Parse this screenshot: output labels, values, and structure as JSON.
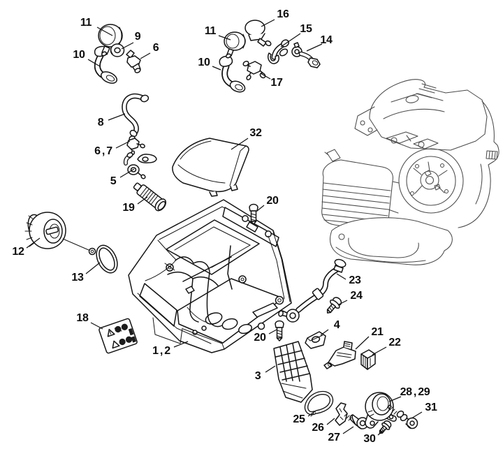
{
  "diagram": {
    "type": "exploded-parts-diagram",
    "background_color": "#ffffff",
    "ink_color": "#141414",
    "ghost_ink_color": "#4a4a4a",
    "callouts": [
      {
        "id": "11-left",
        "text": "11"
      },
      {
        "id": "9",
        "text": "9"
      },
      {
        "id": "6",
        "text": "6"
      },
      {
        "id": "10-left",
        "text": "10"
      },
      {
        "id": "16",
        "text": "16"
      },
      {
        "id": "11-mid",
        "text": "11"
      },
      {
        "id": "15",
        "text": "15"
      },
      {
        "id": "14",
        "text": "14"
      },
      {
        "id": "10-mid",
        "text": "10"
      },
      {
        "id": "17",
        "text": "17"
      },
      {
        "id": "8",
        "text": "8"
      },
      {
        "id": "32",
        "text": "32"
      },
      {
        "id": "6-7",
        "text": "6 , 7"
      },
      {
        "id": "5",
        "text": "5"
      },
      {
        "id": "19",
        "text": "19"
      },
      {
        "id": "20-top",
        "text": "20"
      },
      {
        "id": "12",
        "text": "12"
      },
      {
        "id": "13",
        "text": "13"
      },
      {
        "id": "23",
        "text": "23"
      },
      {
        "id": "24",
        "text": "24"
      },
      {
        "id": "4",
        "text": "4"
      },
      {
        "id": "21",
        "text": "21"
      },
      {
        "id": "22",
        "text": "22"
      },
      {
        "id": "18",
        "text": "18"
      },
      {
        "id": "1-2",
        "text": "1 , 2"
      },
      {
        "id": "20-bottom",
        "text": "20"
      },
      {
        "id": "3",
        "text": "3"
      },
      {
        "id": "25",
        "text": "25"
      },
      {
        "id": "26",
        "text": "26"
      },
      {
        "id": "27",
        "text": "27"
      },
      {
        "id": "30",
        "text": "30"
      },
      {
        "id": "28-29",
        "text": "28 , 29"
      },
      {
        "id": "31",
        "text": "31"
      }
    ]
  }
}
